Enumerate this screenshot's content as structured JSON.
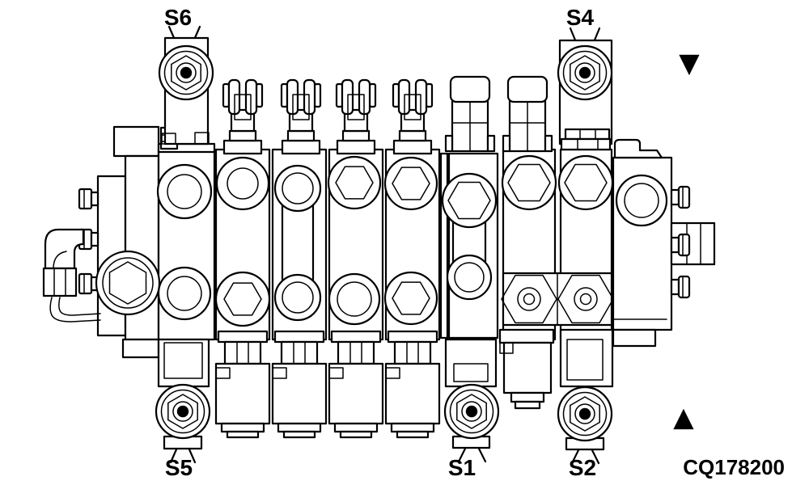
{
  "figure": {
    "code": "CQ178200",
    "labels": {
      "s6": "S6",
      "s4": "S4",
      "s5": "S5",
      "s1": "S1",
      "s2": "S2"
    },
    "markers": {
      "down_triangle": "▼",
      "up_triangle": "▲"
    },
    "colors": {
      "line": "#000000",
      "background": "#ffffff"
    }
  }
}
